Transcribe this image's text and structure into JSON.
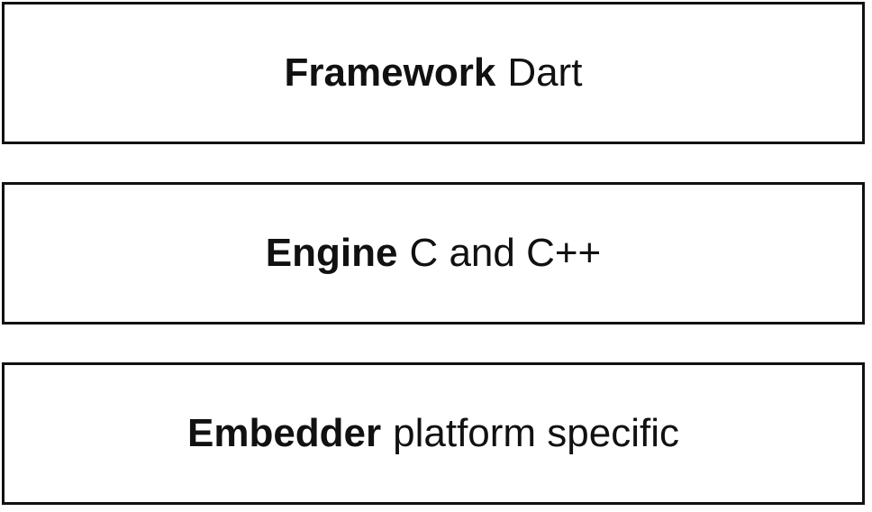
{
  "diagram": {
    "layers": [
      {
        "name": "Framework",
        "detail": "Dart"
      },
      {
        "name": "Engine",
        "detail": "C and C++"
      },
      {
        "name": "Embedder",
        "detail": "platform specific"
      }
    ]
  }
}
